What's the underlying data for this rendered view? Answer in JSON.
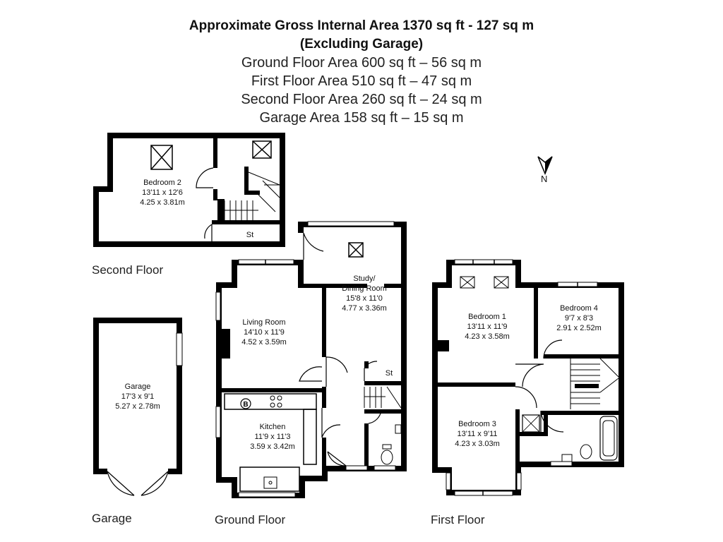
{
  "header": {
    "gross_area": "Approximate Gross Internal Area 1370 sq ft - 127 sq m",
    "excluding": "(Excluding Garage)",
    "ground_area": "Ground Floor Area 600 sq ft – 56 sq m",
    "first_area": "First Floor Area 510 sq ft – 47 sq m",
    "second_area": "Second Floor Area 260 sq ft – 24 sq m",
    "garage_area": "Garage Area 158 sq ft – 15 sq m"
  },
  "compass": {
    "letter": "N",
    "icon": "north-arrow-icon"
  },
  "floors": {
    "second": {
      "label": "Second Floor",
      "rooms": {
        "bedroom2": {
          "name": "Bedroom 2",
          "imperial": "13'11 x 12'6",
          "metric": "4.25 x 3.81m"
        },
        "store": {
          "name": "St"
        }
      }
    },
    "garage": {
      "label": "Garage",
      "rooms": {
        "garage": {
          "name": "Garage",
          "imperial": "17'3 x 9'1",
          "metric": "5.27 x 2.78m"
        }
      }
    },
    "ground": {
      "label": "Ground Floor",
      "boiler": "B",
      "rooms": {
        "living": {
          "name": "Living Room",
          "imperial": "14'10 x 11'9",
          "metric": "4.52 x 3.59m"
        },
        "study": {
          "name": "Study/",
          "name2": "Dining Room",
          "imperial": "15'8 x 11'0",
          "metric": "4.77 x 3.36m"
        },
        "kitchen": {
          "name": "Kitchen",
          "imperial": "11'9 x 11'3",
          "metric": "3.59 x 3.42m"
        },
        "store": {
          "name": "St"
        }
      }
    },
    "first": {
      "label": "First Floor",
      "rooms": {
        "bedroom1": {
          "name": "Bedroom 1",
          "imperial": "13'11 x 11'9",
          "metric": "4.23 x 3.58m"
        },
        "bedroom4": {
          "name": "Bedroom 4",
          "imperial": "9'7 x 8'3",
          "metric": "2.91 x 2.52m"
        },
        "bedroom3": {
          "name": "Bedroom 3",
          "imperial": "13'11 x 9'11",
          "metric": "4.23 x 3.03m"
        }
      }
    }
  }
}
